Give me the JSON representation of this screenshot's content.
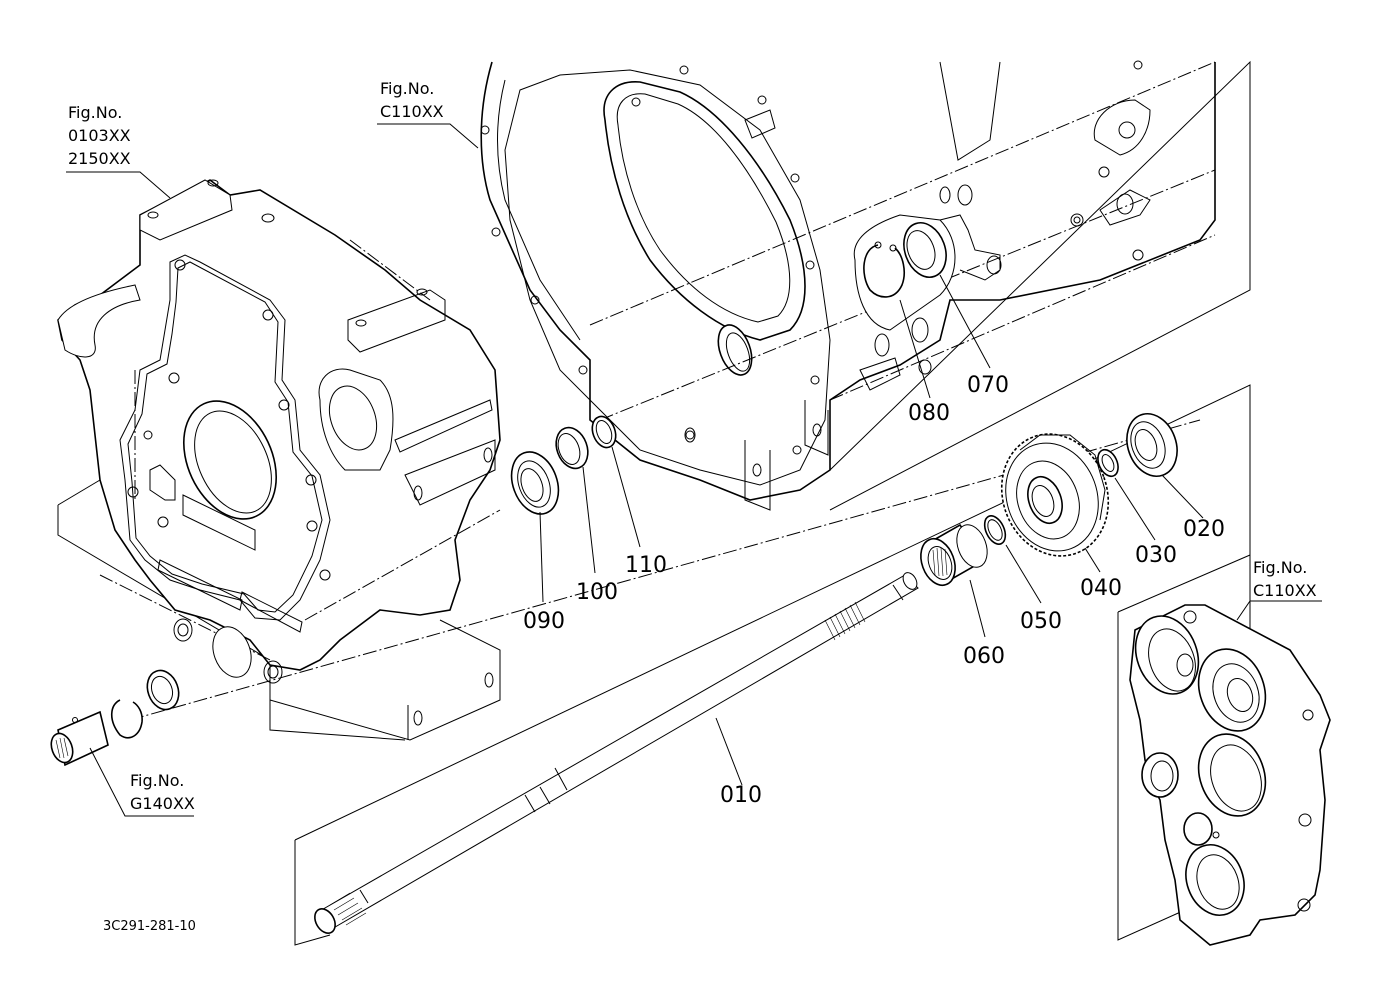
{
  "diagram": {
    "title": "Exploded parts diagram – shaft, gear and bearing assembly",
    "drawing_code": "3C291-281-10",
    "figure_references": [
      {
        "id": "ref-left-top",
        "heading": "Fig.No.",
        "lines": [
          "0103XX",
          "2150XX"
        ]
      },
      {
        "id": "ref-center-top",
        "heading": "Fig.No.",
        "lines": [
          "C110XX"
        ]
      },
      {
        "id": "ref-right",
        "heading": "Fig.No.",
        "lines": [
          "C110XX"
        ]
      },
      {
        "id": "ref-bottom-left",
        "heading": "Fig.No.",
        "lines": [
          "G140XX"
        ]
      }
    ],
    "part_callouts": [
      {
        "number": "010",
        "part": "shaft"
      },
      {
        "number": "020",
        "part": "ball bearing"
      },
      {
        "number": "030",
        "part": "snap ring"
      },
      {
        "number": "040",
        "part": "gear"
      },
      {
        "number": "050",
        "part": "snap ring"
      },
      {
        "number": "060",
        "part": "collar / bearing"
      },
      {
        "number": "070",
        "part": "ball bearing"
      },
      {
        "number": "080",
        "part": "internal snap ring"
      },
      {
        "number": "090",
        "part": "oil seal"
      },
      {
        "number": "100",
        "part": "bearing"
      },
      {
        "number": "110",
        "part": "seal ring"
      }
    ]
  }
}
